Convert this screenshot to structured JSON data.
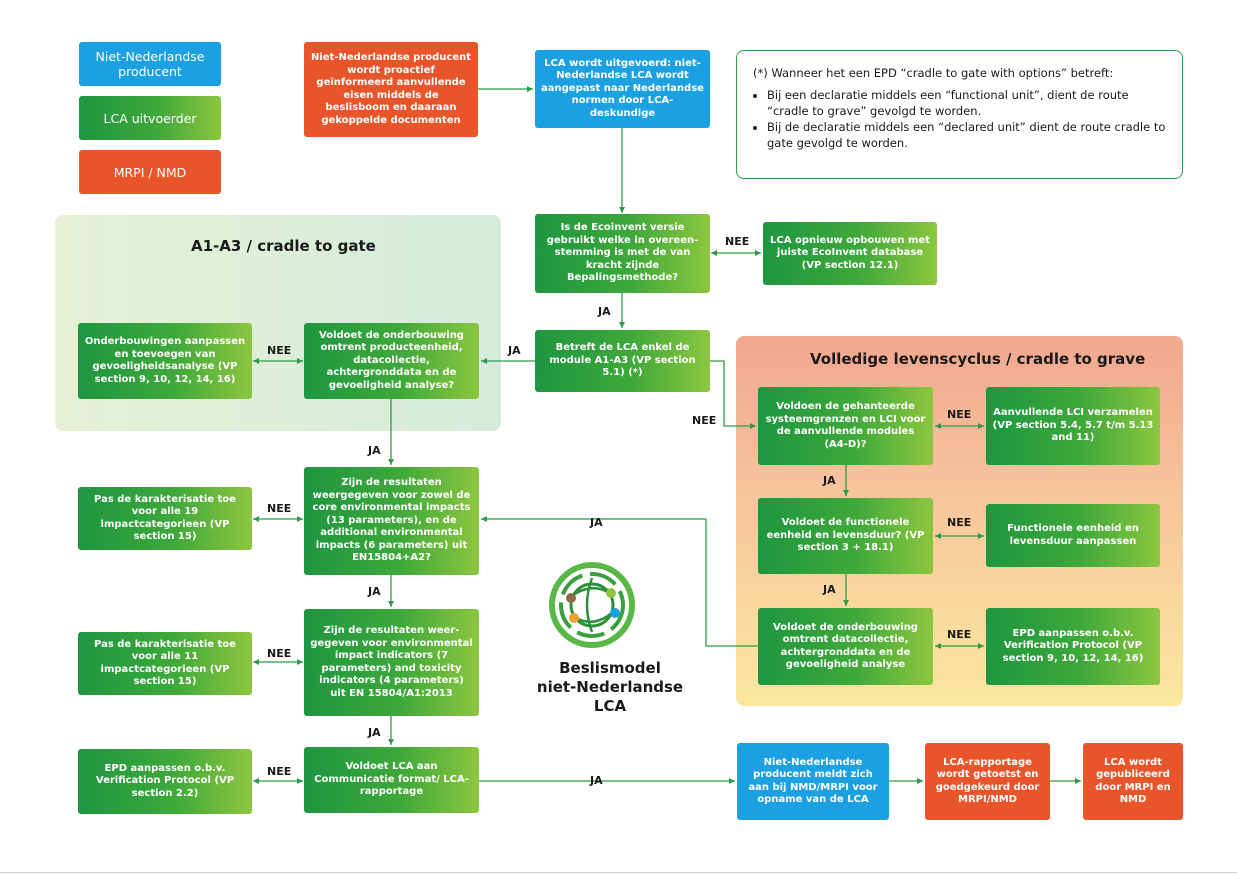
{
  "colors": {
    "green": "#3ea83a",
    "blue": "#1ba0e2",
    "orange": "#e9552a",
    "connector": "#2e9a48"
  },
  "legend": {
    "producer": "Niet-Nederlandse\nproducent",
    "lca": "LCA uitvoerder",
    "mrpi": "MRPI / NMD"
  },
  "note": {
    "intro": "(*) Wanneer het een EPD “cradle to gate with options” betreft:",
    "items": [
      "Bij een declaratie middels een “functional unit”, dient de route “cradle to grave” gevolgd te worden.",
      "Bij de declaratie middels een “declared unit” dient de route cradle to gate gevolgd te worden."
    ]
  },
  "regions": {
    "a1a3": "A1-A3 / cradle to gate",
    "full": "Volledige levenscyclus / cradle to grave"
  },
  "boxes": {
    "start": "Niet-Nederlandse producent wordt proactief geïnformeerd aanvullende eisen middels de beslisboom en daaraan gekoppelde documenten",
    "lca_exec": "LCA wordt uitgevoerd: niet-Nederlandse LCA wordt aangepast naar Nederlandse normen door LCA-deskundige",
    "ecoinvent": "Is de Ecoinvent versie gebruikt welke in overeen-stemming is met de van kracht zijnde Bepalingsmethode?",
    "rebuild": "LCA opnieuw opbouwen met juiste EcoInvent database (VP section 12.1)",
    "module": "Betreft de LCA enkel de module A1-A3 (VP section 5.1) (*)",
    "foundation": "Voldoet de onderbouwing omtrent producteenheid, datacollectie, achtergronddata en de gevoeligheid analyse?",
    "adjust_found": "Onderbouwingen aanpassen en toevoegen van gevoeligheidsanalyse (VP section 9, 10, 12, 14, 16)",
    "results19": "Zijn de resultaten weergegeven voor zowel de core environmental impacts (13 parameters), en de additional environmental impacts (6 parameters) uit EN15804+A2?",
    "char19": "Pas de karakterisatie toe voor alle 19 impactcategorieen (VP section 15)",
    "results11": "Zijn de resultaten weer-gegeven voor environmental impact indicators (7 parameters) and toxicity indicators (4 parameters) uit EN 15804/A1:2013",
    "char11": "Pas de karakterisatie toe voor alle 11 impactcategorieen (VP section 15)",
    "comm": "Voldoet LCA aan Communicatie format/ LCA-rapportage",
    "epd_comm": "EPD aanpassen o.b.v. Verification Protocol (VP section 2.2)",
    "sysbound": "Voldoen de gehanteerde systeemgrenzen en LCI voor de aanvullende modules (A4-D)?",
    "extra_lci": "Aanvullende LCI verzamelen (VP section 5.4, 5.7 t/m 5.13 and 11)",
    "funcunit": "Voldoet de functionele eenheid en levensduur? (VP section 3 + 18.1)",
    "adj_func": "Functionele eenheid en levensduur aanpassen",
    "datacoll": "Voldoet de onderbouwing omtrent datacollectie, achtergronddata en de gevoeligheid analyse",
    "epd_vp": "EPD aanpassen o.b.v. Verification Protocol (VP section 9, 10, 12, 14, 16)",
    "notify": "Niet-Nederlandse producent meldt zich aan bij NMD/MRPI voor opname van de LCA",
    "tested": "LCA-rapportage wordt getoetst en goedgekeurd door MRPI/NMD",
    "published": "LCA wordt gepubliceerd door MRPI en NMD"
  },
  "labels": {
    "ja": "JA",
    "nee": "NEE"
  },
  "logo": {
    "title": "Beslismodel\nniet-Nederlandse LCA"
  }
}
